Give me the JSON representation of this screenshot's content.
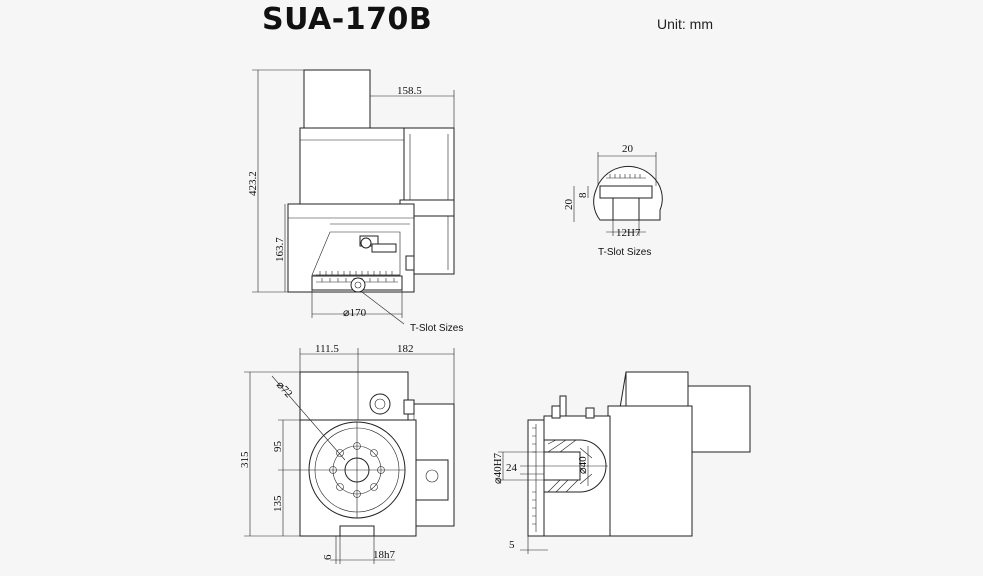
{
  "title": "SUA-170B",
  "unit": "Unit: mm",
  "front_view": {
    "dim_width": "158.5",
    "dim_height_total": "423.2",
    "dim_height_lower": "163.7",
    "dim_diameter": "⌀170",
    "callout": "T-Slot Sizes"
  },
  "tslot_detail": {
    "dim_top": "20",
    "dim_depth": "8",
    "dim_height": "20",
    "dim_slot": "12H7",
    "caption": "T-Slot Sizes"
  },
  "top_view": {
    "dim_left": "111.5",
    "dim_right": "182",
    "dim_diameter": "⌀72",
    "dim_height": "315",
    "dim_upper": "95",
    "dim_lower": "135",
    "dim_bottom_small": "6",
    "dim_bottom_key": "18h7"
  },
  "side_view": {
    "dim_bore": "⌀40H7",
    "dim_depth": "24",
    "dim_inner": "⌀40",
    "dim_bottom": "5"
  }
}
